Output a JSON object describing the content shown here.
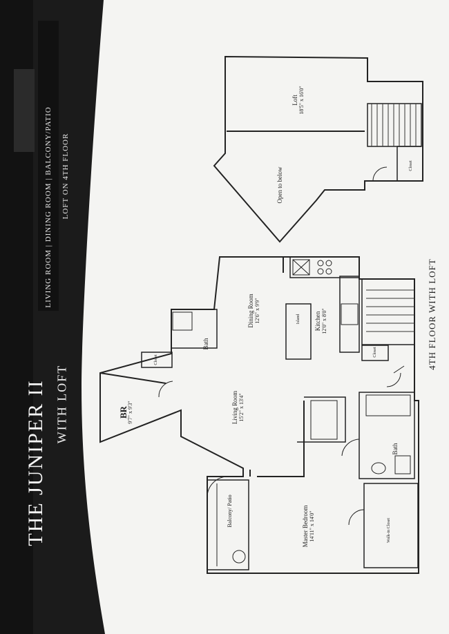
{
  "brochure": {
    "title": "THE JUNIPER II",
    "subtitle": "WITH LOFT",
    "features_line": "LIVING ROOM | DINING ROOM | BALCONY/PATIO",
    "loft_line": "LOFT ON 4TH FLOOR",
    "floor_caption": "4TH FLOOR WITH LOFT"
  },
  "rooms": {
    "loft": {
      "name": "Loft",
      "dims": "18'5\" x 16'0\""
    },
    "open_to_below": {
      "name": "Open to below"
    },
    "loft_closet": {
      "name": "Closet"
    },
    "dining": {
      "name": "Dining Room",
      "dims": "12'6\" x 9'9\""
    },
    "kitchen": {
      "name": "Kitchen",
      "dims": "12'0\" x 8'0\""
    },
    "island": {
      "name": "Island"
    },
    "closet_main": {
      "name": "Closet"
    },
    "bath1": {
      "name": "Bath"
    },
    "closet_br": {
      "name": "Closet"
    },
    "br": {
      "name": "BR",
      "dims": "9'7\" x 9'3\""
    },
    "living": {
      "name": "Living Room",
      "dims": "15'2\" x 13'4\""
    },
    "bath2": {
      "name": "Bath"
    },
    "master": {
      "name": "Master Bedroom",
      "dims": "14'11\" x 14'0\""
    },
    "walkin": {
      "name": "Walk-in Closet"
    },
    "balcony": {
      "name": "Balcony/ Patio"
    }
  }
}
